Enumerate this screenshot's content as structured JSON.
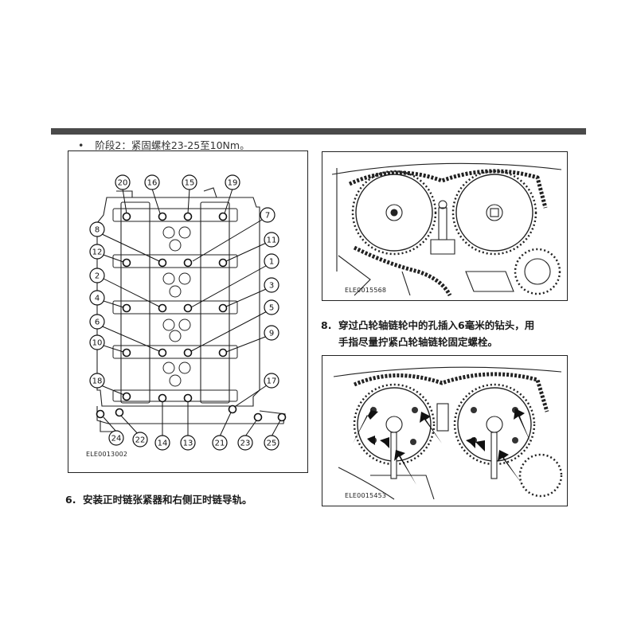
{
  "header": {
    "bullet_char": "•",
    "bullet_text": "阶段2：紧固螺栓23-25至10Nm。"
  },
  "figure_left": {
    "code": "ELE0013002",
    "bolt_labels": [
      "20",
      "16",
      "15",
      "19",
      "7",
      "8",
      "11",
      "12",
      "1",
      "2",
      "3",
      "4",
      "5",
      "6",
      "9",
      "10",
      "18",
      "17",
      "24",
      "22",
      "14",
      "13",
      "21",
      "23",
      "25"
    ]
  },
  "figure_top_right": {
    "code": "ELE0015568"
  },
  "figure_bottom_right": {
    "code": "ELE0015453"
  },
  "step8": {
    "number": "8.",
    "line1": "穿过凸轮轴链轮中的孔插入6毫米的钻头，用",
    "line2": "手指尽量拧紧凸轮轴链轮固定螺栓。"
  },
  "step6": {
    "number": "6.",
    "text": "安装正时链张紧器和右侧正时链导轨。"
  }
}
